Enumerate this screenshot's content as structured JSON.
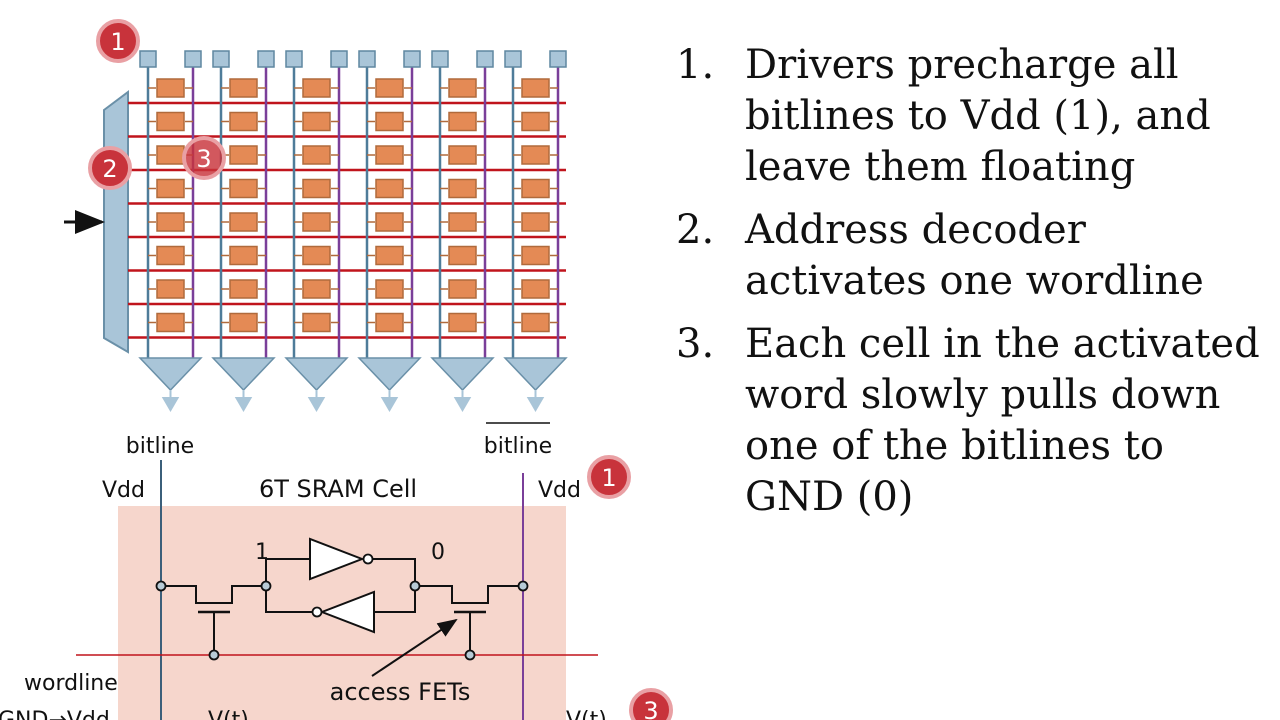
{
  "steps": [
    {
      "num": "1.",
      "text": "Drivers precharge all bitlines to Vdd (1), and leave them floating"
    },
    {
      "num": "2.",
      "text": "Address decoder activates one wordline"
    },
    {
      "num": "3.",
      "text": "Each cell in the activated word slowly pulls down one of the bitlines to GND (0)"
    }
  ],
  "badges": {
    "b1": "1",
    "b2": "2",
    "b3": "3"
  },
  "cell": {
    "title": "6T SRAM Cell",
    "bitline": "bitline",
    "bitline_bar": "bitline",
    "vdd_left": "Vdd",
    "vdd_right": "Vdd",
    "node_left": "1",
    "node_right": "0",
    "wordline": "wordline",
    "access": "access FETs",
    "gnd_vdd": "GND→Vdd",
    "v_left": "V(t)",
    "v_right": "V(t)"
  },
  "colors": {
    "badge": "#c8333b",
    "wordline": "#c0141c",
    "bitline_a": "#4e7c99",
    "bitline_b": "#7a3f99",
    "cell": "#e48a55",
    "driver": "#a9c5d8",
    "cell_bg": "#f6d6cc"
  }
}
